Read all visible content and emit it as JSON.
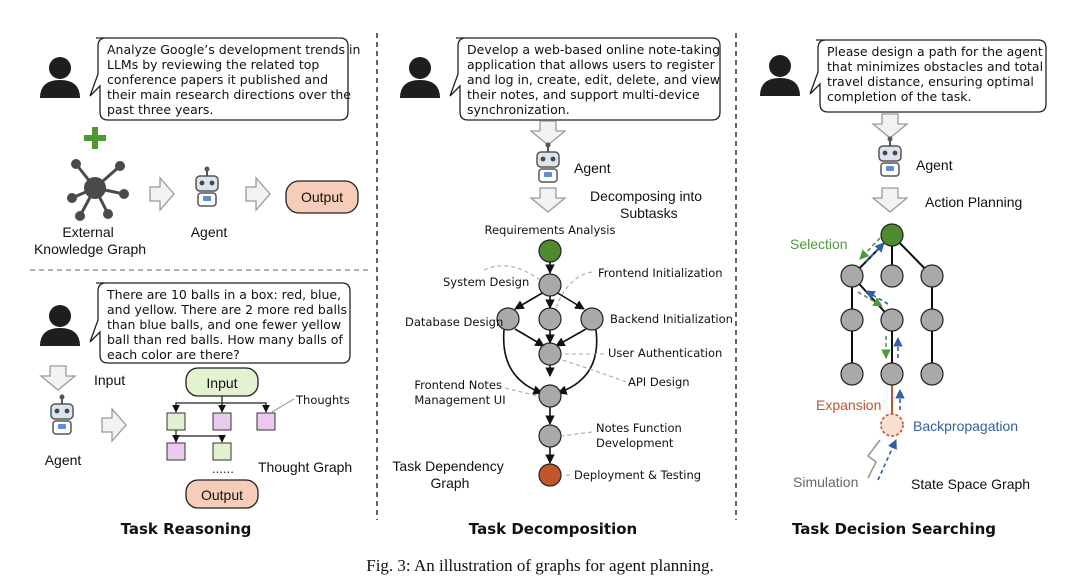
{
  "panels": {
    "reasoning": {
      "title": "Task Reasoning",
      "top_bubble": [
        "Analyze Google’s development trends in",
        "LLMs by reviewing the related top",
        "conference papers it published and",
        "their main research directions over the",
        "past three years."
      ],
      "kg_label": [
        "External",
        "Knowledge Graph"
      ],
      "agent_label": "Agent",
      "output_label": "Output",
      "bottom_bubble": [
        "There are 10 balls in a box: red, blue,",
        "and yellow. There are 2 more red balls",
        "than blue balls, and one fewer yellow",
        "ball than red balls. How many balls of",
        "each color are there?"
      ],
      "input_label": "Input",
      "agent_label_bottom": "Agent",
      "graph_input": "Input",
      "thoughts_label": "Thoughts",
      "ellipsis": "......",
      "thought_graph_label": "Thought Graph",
      "graph_output": "Output"
    },
    "decomposition": {
      "title": "Task Decomposition",
      "bubble": [
        "Develop a web-based online note-taking",
        "application that allows users to register",
        "and log in, create, edit, delete, and view",
        "their notes, and support multi-device",
        "synchronization."
      ],
      "agent_label": "Agent",
      "decompose_label": [
        "Decomposing into",
        "Subtasks"
      ],
      "nodes": {
        "requirements": "Requirements Analysis",
        "system_design": "System Design",
        "frontend_init": "Frontend Initialization",
        "database_design": "Database Design",
        "backend_init": "Backend Initialization",
        "user_auth": "User Authentication",
        "api_design": "API Design",
        "frontend_notes": [
          "Frontend Notes",
          "Management UI"
        ],
        "notes_function": [
          "Notes Function",
          "Development"
        ],
        "deployment": "Deployment & Testing"
      },
      "graph_label": [
        "Task Dependency",
        "Graph"
      ]
    },
    "searching": {
      "title": "Task Decision Searching",
      "bubble": [
        "Please design a path for the agent",
        "that minimizes obstacles and total",
        "travel distance, ensuring optimal",
        "completion of the task."
      ],
      "agent_label": "Agent",
      "action_planning": "Action Planning",
      "selection": "Selection",
      "expansion": "Expansion",
      "backpropagation": "Backpropagation",
      "simulation": "Simulation",
      "graph_label": "State Space Graph"
    }
  },
  "caption": "Fig. 3: An illustration of graphs for agent planning.",
  "colors": {
    "green_node": "#4e8a2e",
    "gray_node": "#a9a9a9",
    "orange_node": "#c2552a",
    "output_fill": "#f5cdb8",
    "input_fill": "#e3f3cf",
    "thought_green": "#dff2cf",
    "thought_pink": "#ecc9ef",
    "selection_text": "#4c9a3a",
    "expansion_text": "#c2552a",
    "backprop_text": "#2f5fa8"
  }
}
